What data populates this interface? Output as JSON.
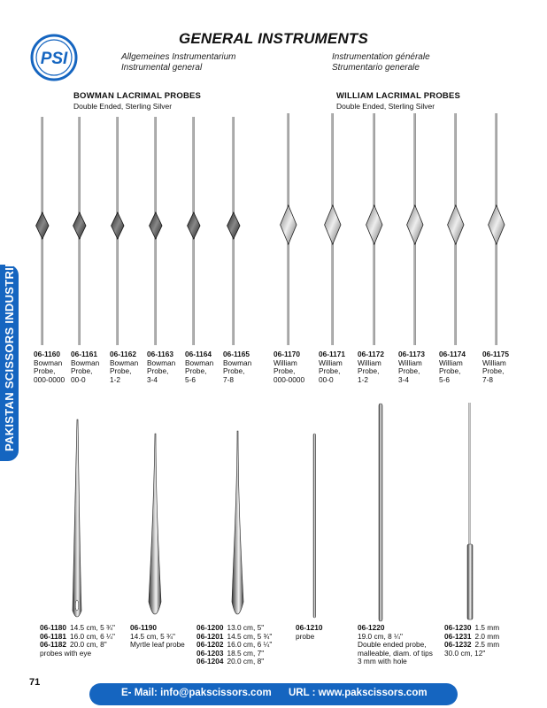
{
  "header": {
    "title": "GENERAL INSTRUMENTS",
    "subtitles_left": [
      "Allgemeines Instrumentarium",
      "Instrumental general"
    ],
    "subtitles_right": [
      "Instrumentation générale",
      "Strumentario generale"
    ]
  },
  "logo": {
    "text": "PSI",
    "color": "#1565c0"
  },
  "sidebar": {
    "text": "PAKISTAN SCISSORS INDUSTRIES",
    "color": "#1565c0"
  },
  "sections": [
    {
      "title": "BOWMAN LACRIMAL PROBES",
      "subtitle": "Double Ended, Sterling Silver"
    },
    {
      "title": "WILLIAM LACRIMAL PROBES",
      "subtitle": "Double Ended, Sterling Silver"
    }
  ],
  "row1_items": [
    {
      "code": "06-1160",
      "lines": [
        "Bowman",
        "Probe,",
        "000-0000"
      ]
    },
    {
      "code": "06-1161",
      "lines": [
        "Bowman",
        "Probe,",
        "00-0"
      ]
    },
    {
      "code": "06-1162",
      "lines": [
        "Bowman",
        "Probe,",
        "1-2"
      ]
    },
    {
      "code": "06-1163",
      "lines": [
        "Bowman",
        "Probe,",
        "3-4"
      ]
    },
    {
      "code": "06-1164",
      "lines": [
        "Bowman",
        "Probe,",
        "5-6"
      ]
    },
    {
      "code": "06-1165",
      "lines": [
        "Bowman",
        "Probe,",
        "7-8"
      ]
    },
    {
      "code": "06-1170",
      "lines": [
        "William",
        "Probe,",
        "000-0000"
      ]
    },
    {
      "code": "06-1171",
      "lines": [
        "William",
        "Probe,",
        "00-0"
      ]
    },
    {
      "code": "06-1172",
      "lines": [
        "William",
        "Probe,",
        "1-2"
      ]
    },
    {
      "code": "06-1173",
      "lines": [
        "William",
        "Probe,",
        "3-4"
      ]
    },
    {
      "code": "06-1174",
      "lines": [
        "William",
        "Probe,",
        "5-6"
      ]
    },
    {
      "code": "06-1175",
      "lines": [
        "William",
        "Probe,",
        "7-8"
      ]
    }
  ],
  "row2_items": [
    {
      "entries": [
        {
          "code": "06-1180",
          "text": "14.5 cm, 5 ¾\""
        },
        {
          "code": "06-1181",
          "text": "16.0 cm, 6 ¼\""
        },
        {
          "code": "06-1182",
          "text": "20.0 cm, 8\""
        }
      ],
      "notes": [
        "probes with eye"
      ]
    },
    {
      "entries": [
        {
          "code": "06-1190",
          "text": ""
        }
      ],
      "notes": [
        "14.5 cm, 5 ¾\"",
        "Myrtle leaf probe"
      ]
    },
    {
      "entries": [
        {
          "code": "06-1200",
          "text": "13.0 cm, 5\""
        },
        {
          "code": "06-1201",
          "text": "14.5 cm, 5 ¾\""
        },
        {
          "code": "06-1202",
          "text": "16.0 cm, 6 ¼\""
        },
        {
          "code": "06-1203",
          "text": "18.5 cm, 7\""
        },
        {
          "code": "06-1204",
          "text": "20.0 cm, 8\""
        }
      ],
      "notes": []
    },
    {
      "entries": [
        {
          "code": "06-1210",
          "text": ""
        }
      ],
      "notes": [
        "probe"
      ]
    },
    {
      "entries": [
        {
          "code": "06-1220",
          "text": ""
        }
      ],
      "notes": [
        "19.0 cm, 8 ¼\"",
        "Double ended probe,",
        "malleable, diam. of tips",
        "3 mm with hole"
      ]
    },
    {
      "entries": [
        {
          "code": "06-1230",
          "text": "1.5 mm"
        },
        {
          "code": "06-1231",
          "text": "2.0 mm"
        },
        {
          "code": "06-1232",
          "text": "2.5 mm"
        }
      ],
      "notes": [
        "30.0 cm, 12\""
      ]
    }
  ],
  "page_number": "71",
  "footer": {
    "email": "E- Mail: info@pakscissors.com",
    "url": "URL  :  www.pakscissors.com",
    "color": "#1565c0"
  }
}
